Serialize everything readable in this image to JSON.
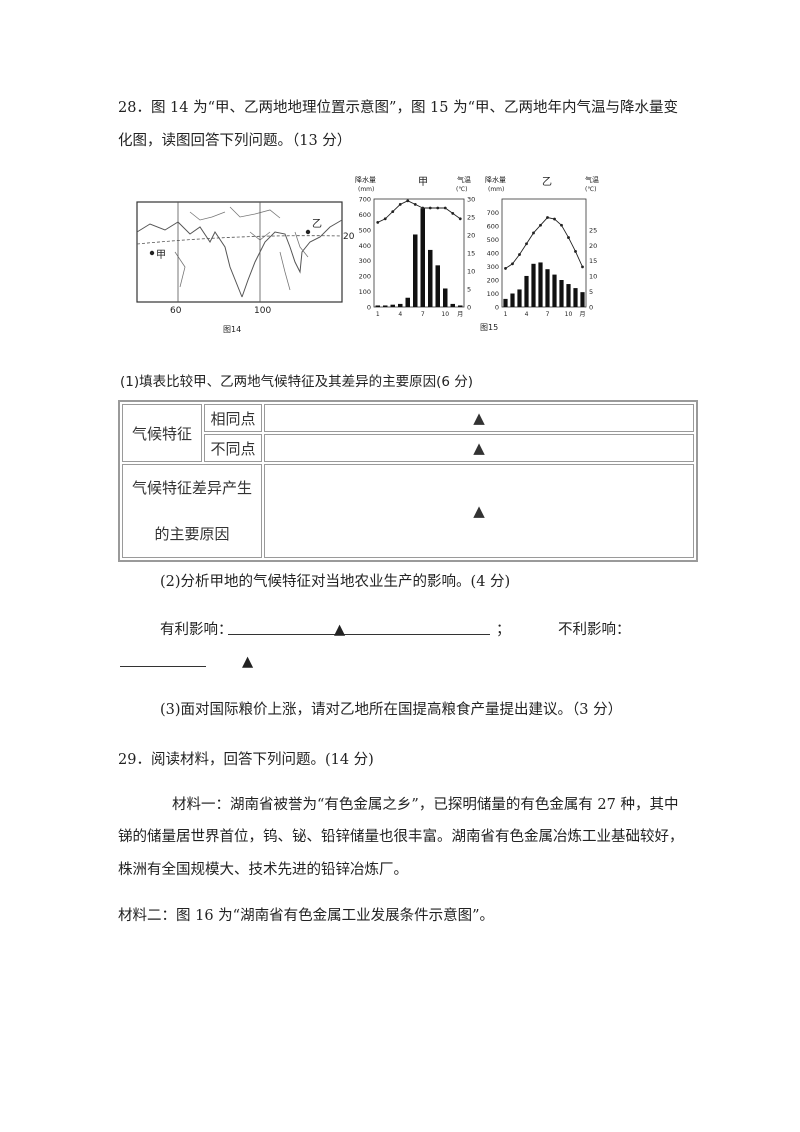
{
  "q28": {
    "line1": "28．图 14 为“甲、乙两地地理位置示意图”，图 15 为“甲、乙两地年内气温与降水量变",
    "line2": "化图，读图回答下列问题。（13 分）"
  },
  "fig14": {
    "caption": "图14",
    "lon_labels": [
      "60",
      "100"
    ],
    "lat_label": "20",
    "place_jia": "甲",
    "place_yi": "乙"
  },
  "fig15": {
    "caption": "图15",
    "jia": {
      "title": "甲",
      "left_axis_title": "降水量",
      "left_unit": "(mm)",
      "right_axis_title": "气温",
      "right_unit": "(℃)",
      "left_ticks": [
        "700",
        "600",
        "500",
        "400",
        "300",
        "200",
        "100",
        "0"
      ],
      "right_ticks": [
        "30",
        "25",
        "20",
        "15",
        "10",
        "5",
        "0"
      ],
      "x_ticks": [
        "1",
        "4",
        "7",
        "10",
        "月"
      ]
    },
    "yi": {
      "title": "乙",
      "left_axis_title": "降水量",
      "left_unit": "(mm)",
      "right_axis_title": "气温",
      "right_unit": "(℃)",
      "left_ticks": [
        "700",
        "600",
        "500",
        "400",
        "300",
        "200",
        "100",
        "0"
      ],
      "right_ticks": [
        "25",
        "20",
        "15",
        "10",
        "5",
        "0"
      ],
      "x_ticks": [
        "1",
        "4",
        "7",
        "10",
        "月"
      ]
    }
  },
  "chart_data": [
    {
      "type": "bar",
      "title": "甲",
      "categories": [
        "1",
        "2",
        "3",
        "4",
        "5",
        "6",
        "7",
        "8",
        "9",
        "10",
        "11",
        "12"
      ],
      "series": [
        {
          "name": "降水量",
          "values": [
            10,
            10,
            15,
            20,
            60,
            470,
            640,
            370,
            270,
            120,
            20,
            10
          ]
        },
        {
          "name": "气温",
          "values": [
            23.5,
            24.5,
            26.5,
            28.5,
            29.5,
            28.5,
            27.5,
            27.5,
            27.5,
            27.5,
            26,
            24.5
          ]
        }
      ],
      "ylabel": "降水量",
      "y2label": "气温",
      "ylim": [
        0,
        700
      ],
      "y2lim": [
        0,
        30
      ]
    },
    {
      "type": "bar",
      "title": "乙",
      "categories": [
        "1",
        "2",
        "3",
        "4",
        "5",
        "6",
        "7",
        "8",
        "9",
        "10",
        "11",
        "12"
      ],
      "series": [
        {
          "name": "降水量",
          "values": [
            60,
            100,
            130,
            230,
            320,
            330,
            280,
            240,
            200,
            170,
            140,
            110
          ]
        },
        {
          "name": "气温",
          "values": [
            12.5,
            14,
            17,
            20.5,
            24,
            26.5,
            29,
            28.5,
            26.5,
            22.5,
            18,
            13
          ]
        }
      ],
      "ylabel": "降水量",
      "y2label": "气温",
      "ylim": [
        0,
        800
      ],
      "y2lim": [
        0,
        35
      ]
    }
  ],
  "sub1": "(1)填表比较甲、乙两地气候特征及其差异的主要原因(6 分)",
  "table": {
    "row_head": "气候特征",
    "same": "相同点",
    "diff": "不同点",
    "reason_line1": "气候特征差异产生",
    "reason_line2": "的主要原因",
    "answer_mark": "▲"
  },
  "sub2": "(2)分析甲地的气候特征对当地农业生产的影响。(4 分)",
  "favorable": "有利影响：",
  "semicolon": "；",
  "unfavorable": "不利影响：",
  "sub3": "(3)面对国际粮价上涨，请对乙地所在国提高粮食产量提出建议。（3 分）",
  "q29": "29．阅读材料，回答下列问题。(14 分)",
  "material1": {
    "line1": "材料一：湖南省被誉为“有色金属之乡”，已探明储量的有色金属有 27 种，其中",
    "line2": "锑的储量居世界首位，钨、铋、铅锌储量也很丰富。湖南省有色金属冶炼工业基础较好，",
    "line3": "株洲有全国规模大、技术先进的铅锌冶炼厂。"
  },
  "material2": "材料二：图 16 为“湖南省有色金属工业发展条件示意图”。"
}
